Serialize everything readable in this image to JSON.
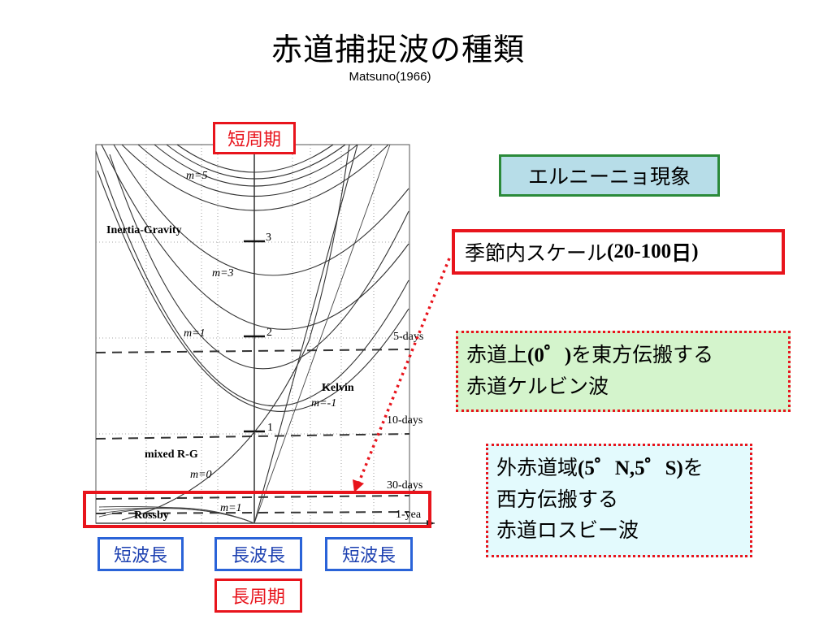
{
  "title": "赤道捕捉波の種類",
  "subtitle": "Matsuno(1966)",
  "labels": {
    "short_period": "短周期",
    "long_period": "長周期",
    "short_wavelength_left": "短波長",
    "long_wavelength": "長波長",
    "short_wavelength_right": "短波長"
  },
  "callouts": {
    "elnino": "エルニーニョ現象",
    "seasonal_prefix": "季節内スケール",
    "seasonal_range": "(20-100",
    "seasonal_unit": "日",
    "seasonal_close": ")",
    "kelvin_l1_a": "赤道上",
    "kelvin_l1_b": "(0゜)",
    "kelvin_l1_c": "を東方伝搬する",
    "kelvin_l2": "赤道ケルビン波",
    "rossby_l1_a": "外赤道域",
    "rossby_l1_b": "(5゜N,5゜S)",
    "rossby_l1_c": "を",
    "rossby_l2": "西方伝搬する",
    "rossby_l3": "赤道ロスビー波"
  },
  "figure": {
    "wave_labels": {
      "m5": "m=5",
      "m3": "m=3",
      "m1": "m=1",
      "inertia_gravity": "Inertia-Gravity",
      "kelvin": "Kelvin",
      "kelvin_m": "m=-1",
      "mixed_rg": "mixed  R-G",
      "m0": "m=0",
      "rossby": "Rossby",
      "rossby_m1": "m=1"
    },
    "axis_ticks": [
      "3",
      "2",
      "1"
    ],
    "period_lines": [
      "5-days",
      "10-days",
      "30-days",
      "1-yea"
    ]
  },
  "colors": {
    "red": "#e8141c",
    "blue": "#2a63d8",
    "elnino_bg": "#b7dde8",
    "kelvin_bg": "#d4f4cc",
    "rossby_bg": "#e3fafd"
  }
}
